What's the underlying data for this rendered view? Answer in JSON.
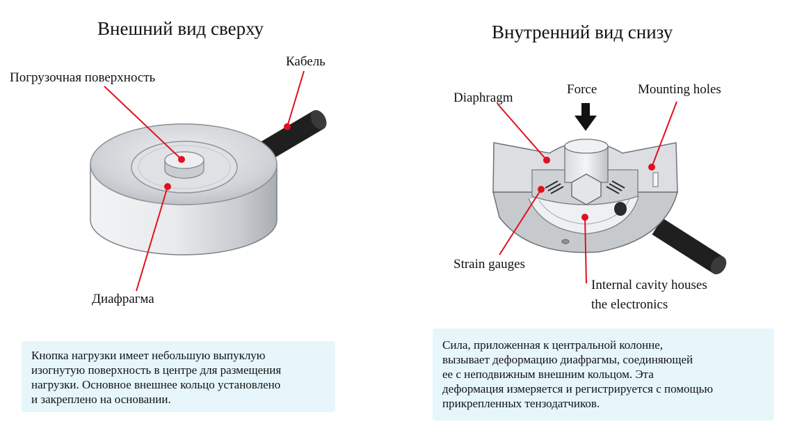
{
  "left": {
    "title": "Внешний вид сверху",
    "labels": {
      "loading_surface": "Погрузочная поверхность",
      "cable": "Кабель",
      "diaphragm": "Диафрагма"
    },
    "note_lines": [
      "Кнопка нагрузки имеет небольшую выпуклую",
      "изогнутую поверхность в центре для размещения",
      "нагрузки. Основное внешнее кольцо установлено",
      "и закреплено на основании."
    ]
  },
  "right": {
    "title": "Внутренний вид снизу",
    "labels": {
      "diaphragm": "Diaphragm",
      "force": "Force",
      "mounting_holes": "Mounting holes",
      "strain_gauges": "Strain gauges",
      "internal_cavity_line1": "Internal cavity houses",
      "internal_cavity_line2": "the electronics"
    },
    "note_lines": [
      "Сила, приложенная к центральной колонне,",
      "вызывает деформацию диафрагмы, соединяющей",
      "ее с неподвижным внешним кольцом. Эта",
      "деформация измеряется и регистрируется с помощью",
      "прикрепленных тензодатчиков."
    ]
  },
  "colors": {
    "leader": "#e0111f",
    "note_bg": "#e6f6fb",
    "metal_light": "#e4e6e9",
    "metal_mid": "#b9bdc2",
    "cable": "#222222"
  }
}
